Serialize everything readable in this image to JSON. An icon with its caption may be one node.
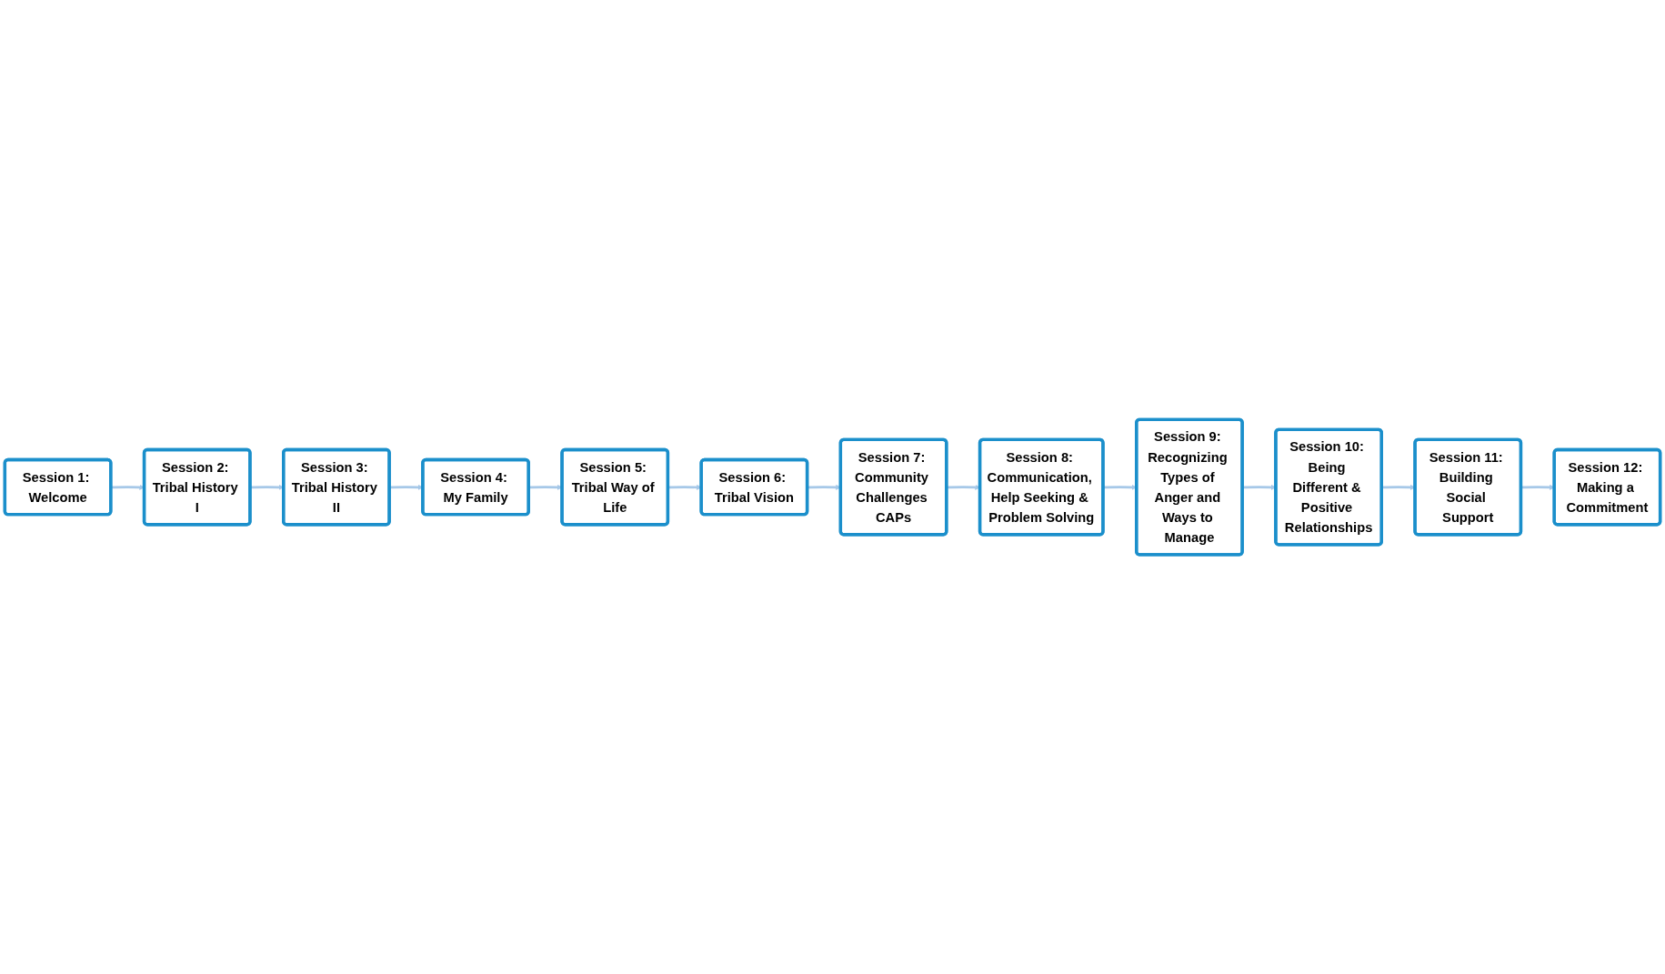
{
  "diagram": {
    "nodes": [
      {
        "text": [
          "Session 1: Welcome"
        ]
      },
      {
        "text": [
          "Session 2: Tribal History I"
        ]
      },
      {
        "text": [
          "Session 3: Tribal History II"
        ]
      },
      {
        "text": [
          "Session 4: My Family"
        ]
      },
      {
        "text": [
          "Session 5: Tribal Way of Life"
        ]
      },
      {
        "text": [
          "Session 6: Tribal Vision"
        ]
      },
      {
        "text": [
          "Session 7: Community Challenges CAPs"
        ]
      },
      {
        "text": [
          "Session 8: Communication, Help Seeking & Problem Solving"
        ]
      },
      {
        "text": [
          "Session 9: Recognizing Types of Anger and Ways to Manage"
        ]
      },
      {
        "text": [
          "Session 10: Being Different & Positive Relationships"
        ]
      },
      {
        "text": [
          "Session 11: Building Social Support"
        ]
      },
      {
        "text": [
          "Session 12: Making a Commitment"
        ]
      }
    ],
    "edges": [
      {
        "from": 0,
        "to": 1,
        "arrow": "to"
      },
      {
        "from": 1,
        "to": 2,
        "arrow": "to"
      },
      {
        "from": 2,
        "to": 3,
        "arrow": "to"
      },
      {
        "from": 3,
        "to": 4,
        "arrow": "to"
      },
      {
        "from": 4,
        "to": 5,
        "arrow": "to"
      },
      {
        "from": 5,
        "to": 6,
        "arrow": "to"
      },
      {
        "from": 6,
        "to": 7,
        "arrow": "to"
      },
      {
        "from": 7,
        "to": 8,
        "arrow": "to"
      },
      {
        "from": 8,
        "to": 9,
        "arrow": "to"
      },
      {
        "from": 9,
        "to": 10,
        "arrow": "to"
      },
      {
        "from": 10,
        "to": 11,
        "arrow": "to"
      }
    ]
  }
}
